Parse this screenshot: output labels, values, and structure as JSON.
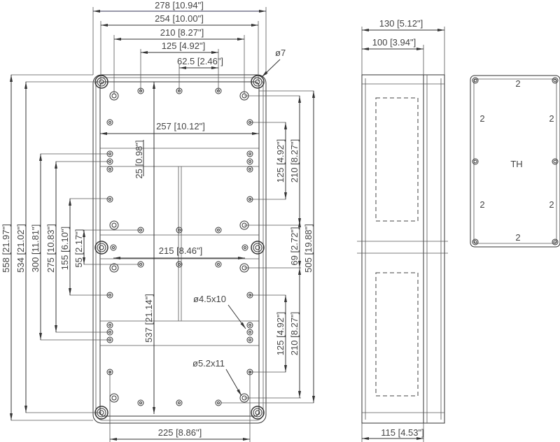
{
  "front_view": {
    "dims": {
      "overall_width": "278 [10.94\"]",
      "screw_width": "254 [10.00\"]",
      "hole_width_210": "210 [8.27\"]",
      "hole_width_125": "125 [4.92\"]",
      "hole_width_62": "62.5 [2.46\"]",
      "screw_hole_dia": "ø7",
      "inner_width": "257 [10.12\"]",
      "rail_spacing": "25 [0.98\"]",
      "overall_height": "558 [21.97\"]",
      "screw_height": "534 [21.02\"]",
      "h300": "300 [11.81\"]",
      "h275": "275 [10.83\"]",
      "h155": "155 [6.10\"]",
      "h55": "55 [2.17\"]",
      "inner_height": "537 [21.14\"]",
      "mid_width": "215 [8.46\"]",
      "v125_top": "125 [4.92\"]",
      "v210_top": "210 [8.27\"]",
      "v505": "505 [19.88\"]",
      "v69": "69 [2.72\"]",
      "v125_bottom": "125 [4.92\"]",
      "v210_bottom": "210 [8.27\"]",
      "boss_small": "ø4.5x10",
      "boss_large": "ø5.2x11",
      "bottom_width": "225 [8.86\"]"
    }
  },
  "side_view": {
    "dims": {
      "depth_total": "130 [5.12\"]",
      "depth_body": "100 [3.94\"]",
      "depth_bottom": "115 [4.53\"]"
    }
  },
  "wall_view": {
    "labels": {
      "top": "2",
      "left_upper": "2",
      "right_upper": "2",
      "center": "TH",
      "left_lower": "2",
      "right_lower": "2",
      "bottom": "2"
    }
  }
}
